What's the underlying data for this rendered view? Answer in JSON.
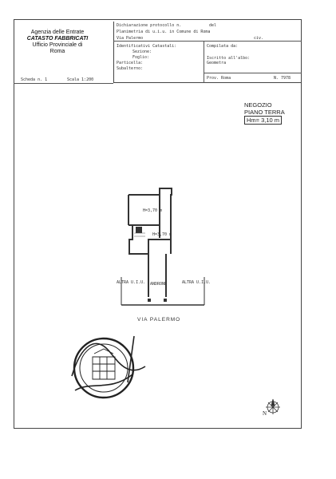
{
  "agency": {
    "line1": "Agenzia delle Entrate",
    "line2": "CATASTO FABBRICATI",
    "line3": "Ufficio Provinciale di",
    "line4": "Roma"
  },
  "header": {
    "dichiarazione_label": "Dichiarazione protocollo n.",
    "del_label": "del",
    "planimetria_label": "Planimetria di u.i.u. in Comune di Roma",
    "indirizzo": "Via Palermo",
    "civ_label": "civ.",
    "identificativi_label": "Identificativi Catastali:",
    "sezione_label": "Sezione:",
    "foglio_label": "Foglio:",
    "particella_label": "Particella:",
    "subalterno_label": "Subalterno:",
    "compilata_label": "Compilata da:",
    "iscritto_label": "Iscritto all'albo:",
    "professione": "Geometra",
    "prov_label": "Prov. Roma",
    "numero": "N. 7978"
  },
  "scheda": {
    "scheda_label": "Scheda n. 1",
    "scala_label": "Scala 1:200"
  },
  "unit_note": {
    "line1": "NEGOZIO",
    "line2": "PIANO TERRA",
    "line3": "Hm= 3,10 m"
  },
  "plan": {
    "room_upper_height": "H=3,70 m",
    "room_lower_height": "H=3,70 m",
    "left_neighbor": "ALTRA U.I.U.",
    "right_neighbor": "ALTRA U.I.U.",
    "passage_label": "ANDRONE",
    "street_label": "VIA PALERMO"
  },
  "north_label": "N"
}
